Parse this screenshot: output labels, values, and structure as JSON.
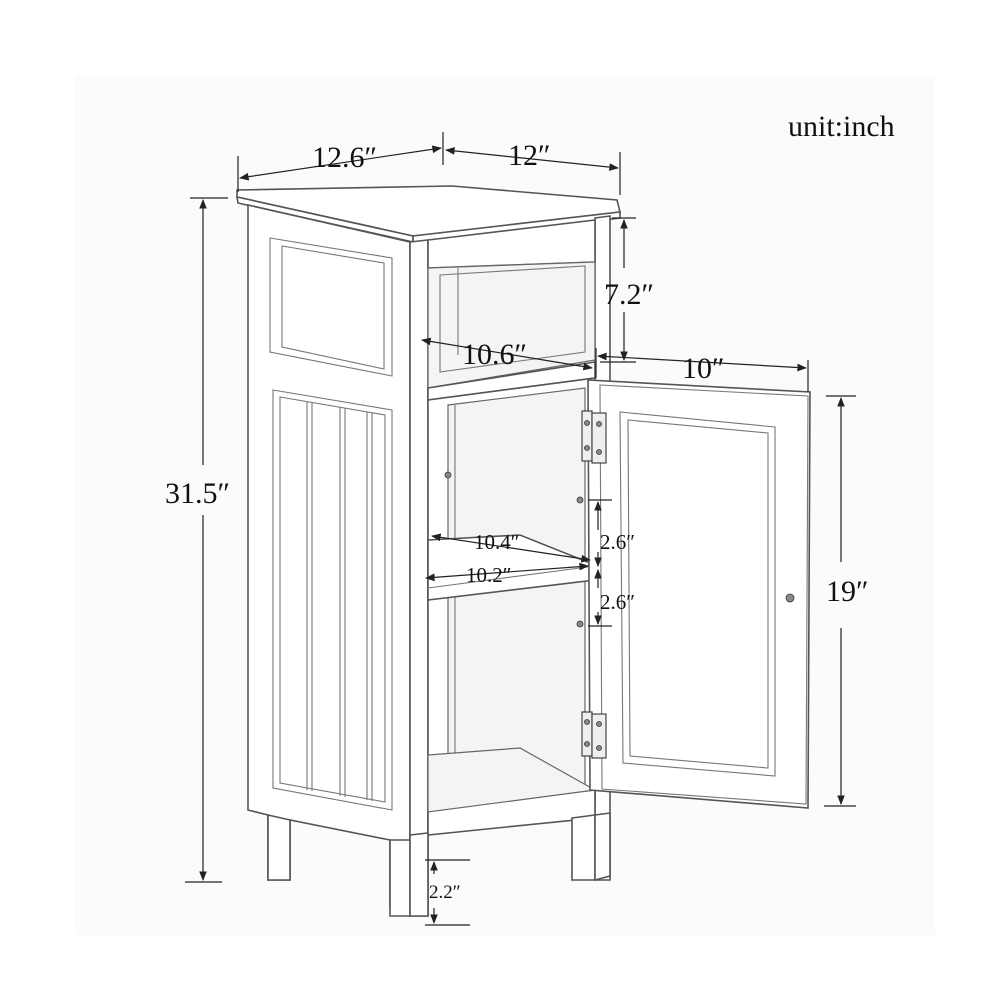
{
  "unit_label": "unit:inch",
  "dimensions": {
    "top_depth": "12.6″",
    "top_width": "12″",
    "total_height": "31.5″",
    "open_shelf_height": "7.2″",
    "open_shelf_width": "10.6″",
    "door_width": "10″",
    "door_height": "19″",
    "inner_shelf_width": "10.4″",
    "inner_shelf_depth": "10.2″",
    "shelf_spacing_upper": "2.6″",
    "shelf_spacing_lower": "2.6″",
    "leg_height": "2.2″"
  }
}
